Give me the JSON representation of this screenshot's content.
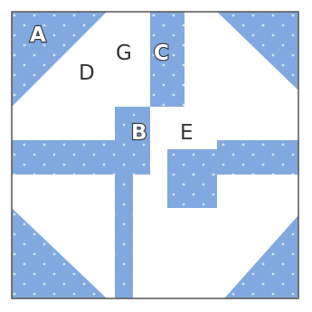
{
  "diagram": {
    "labels": {
      "a": "A",
      "b": "B",
      "c": "C",
      "d": "D",
      "e": "E",
      "g": "G"
    },
    "colors": {
      "fabric": "#82a9df",
      "fabric_dot": "#d6e5f7",
      "background": "#ffffff",
      "frame": "#555555",
      "label_ink": "#333333"
    },
    "fabric_pattern": "polka-dot"
  }
}
